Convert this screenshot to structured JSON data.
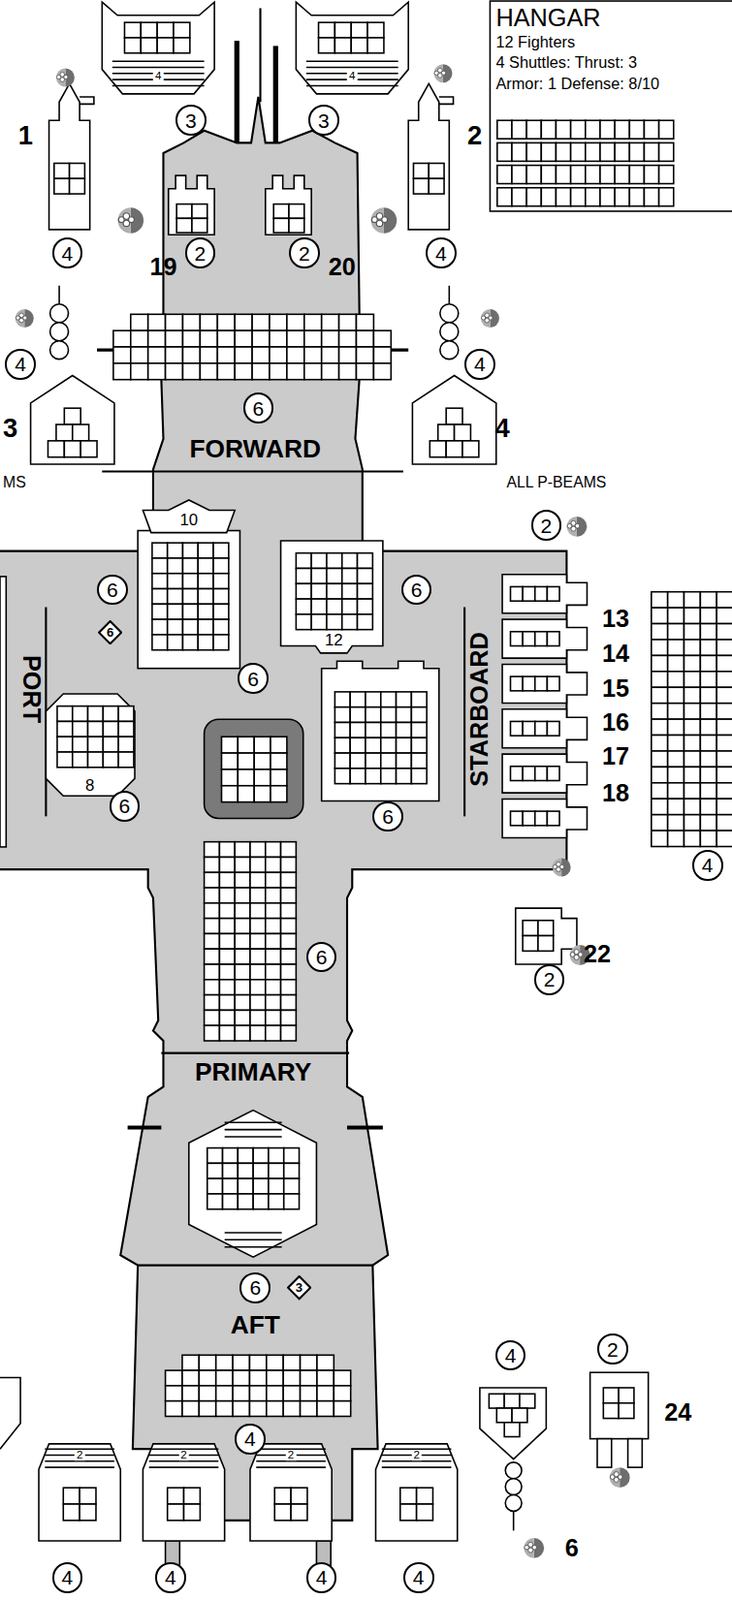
{
  "diagram": {
    "nodes": [
      {
        "text": [
          "HANGAR",
          "12 Fighters",
          "4 Shuttles: Thrust: 3",
          "Armor: 1 Defense: 8/10"
        ]
      },
      {
        "text": [
          "3"
        ]
      },
      {
        "text": [
          "3"
        ]
      },
      {
        "text": [
          "4"
        ]
      },
      {
        "text": [
          "2"
        ]
      },
      {
        "text": [
          "2"
        ]
      },
      {
        "text": [
          "4"
        ]
      },
      {
        "text": [
          "4"
        ]
      },
      {
        "text": [
          "4"
        ]
      },
      {
        "text": [
          "6"
        ]
      },
      {
        "text": [
          "2"
        ]
      },
      {
        "text": [
          "6"
        ]
      },
      {
        "text": [
          "6"
        ]
      },
      {
        "text": [
          "6"
        ]
      },
      {
        "text": [
          "6"
        ]
      },
      {
        "text": [
          "6"
        ]
      },
      {
        "text": [
          "4"
        ]
      },
      {
        "text": [
          "6"
        ]
      },
      {
        "text": [
          "2"
        ]
      },
      {
        "text": [
          "6"
        ]
      },
      {
        "text": [
          "6"
        ]
      },
      {
        "text": [
          "3"
        ]
      },
      {
        "text": [
          "4"
        ]
      },
      {
        "text": [
          "2"
        ]
      },
      {
        "text": [
          "4"
        ]
      },
      {
        "text": [
          "4"
        ]
      },
      {
        "text": [
          "4"
        ]
      },
      {
        "text": [
          "4"
        ]
      },
      {
        "text": [
          "4"
        ]
      }
    ],
    "labels": [
      "1",
      "2",
      "19",
      "20",
      "3",
      "4",
      "FORWARD",
      "MS",
      "ALL P-BEAMS",
      "10",
      "12",
      "8",
      "PORT",
      "STARBOARD",
      "13",
      "14",
      "15",
      "16",
      "17",
      "18",
      "22",
      "PRIMARY",
      "AFT",
      "24",
      "6",
      "4",
      "4",
      "2",
      "2",
      "2",
      "2"
    ]
  }
}
